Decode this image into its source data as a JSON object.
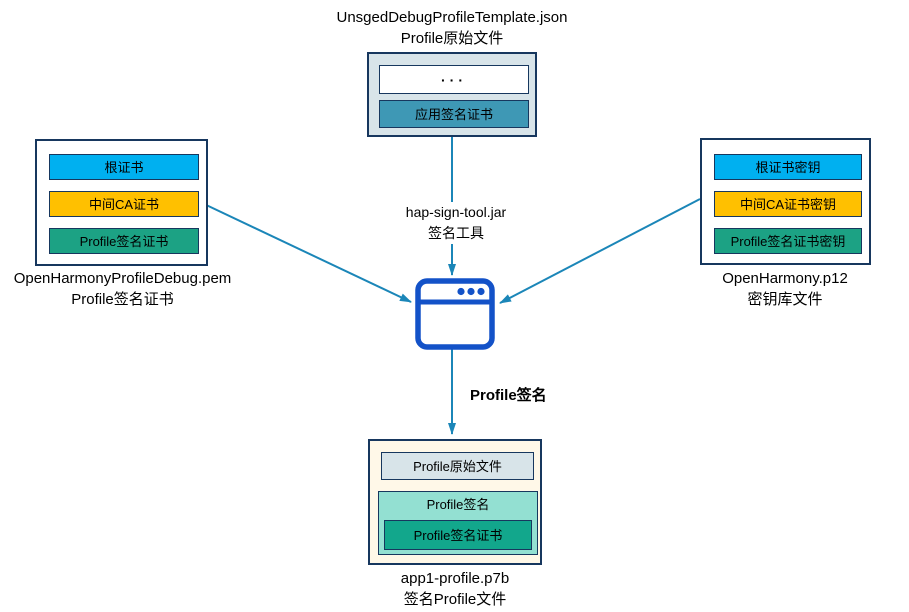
{
  "diagram": {
    "top": {
      "caption_line1": "UnsgedDebugProfileTemplate.json",
      "caption_line2": "Profile原始文件",
      "ellipsis": "···",
      "cert_label": "应用签名证书"
    },
    "left": {
      "rows": [
        "根证书",
        "中间CA证书",
        "Profile签名证书"
      ],
      "caption_line1": "OpenHarmonyProfileDebug.pem",
      "caption_line2": "Profile签名证书"
    },
    "right": {
      "rows": [
        "根证书密钥",
        "中间CA证书密钥",
        "Profile签名证书密钥"
      ],
      "caption_line1": "OpenHarmony.p12",
      "caption_line2": "密钥库文件"
    },
    "tool": {
      "line1": "hap-sign-tool.jar",
      "line2": "签名工具"
    },
    "arrow_label": "Profile签名",
    "bottom": {
      "original_label": "Profile原始文件",
      "signature_label": "Profile签名",
      "cert_label": "Profile签名证书",
      "caption_line1": "app1-profile.p7b",
      "caption_line2": "签名Profile文件"
    },
    "colors": {
      "row_blue": "#00B0F0",
      "row_orange": "#FFC000",
      "row_teal": "#1CA284",
      "teal_blue": "#3E98B5",
      "light_teal": "#93E0D2",
      "dark_teal": "#12A78C",
      "panel_gray_blue": "#D8E4E9",
      "panel_cream": "#FFF8E8",
      "border_navy": "#17375E",
      "arrow": "#1B86B8",
      "icon_blue": "#1352C8"
    }
  }
}
